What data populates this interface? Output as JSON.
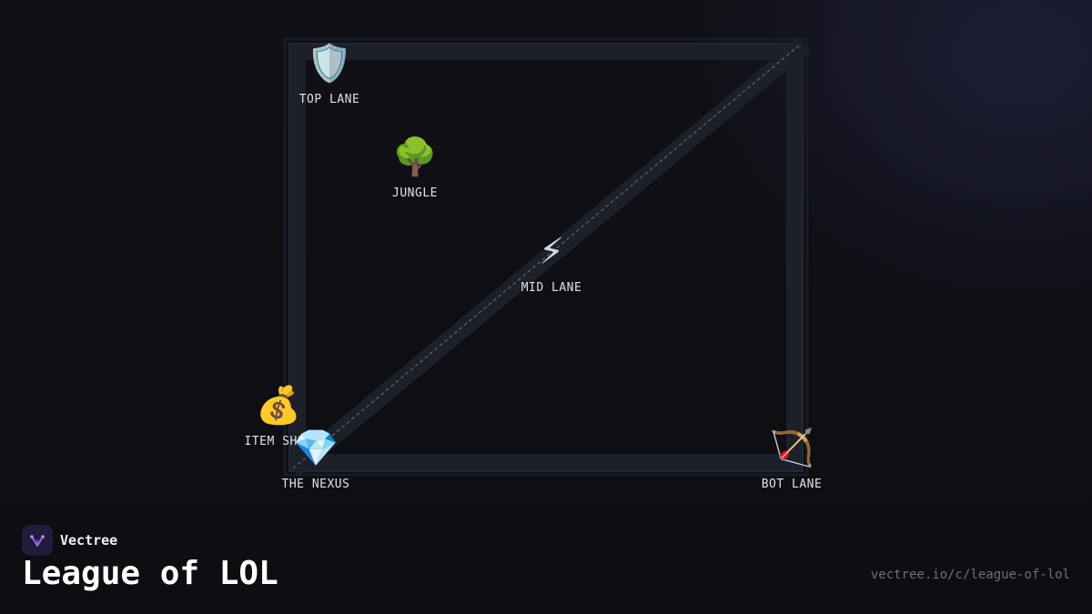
{
  "map": {
    "nodes": [
      {
        "id": "top-lane",
        "icon": "🛡️",
        "icon_name": "shield-icon",
        "label": "TOP LANE"
      },
      {
        "id": "jungle",
        "icon": "🌳",
        "icon_name": "tree-icon",
        "label": "JUNGLE"
      },
      {
        "id": "mid-lane",
        "icon": "⚡",
        "icon_name": "lightning-icon",
        "label": "MID LANE"
      },
      {
        "id": "item-shop",
        "icon": "💰",
        "icon_name": "money-bag-icon",
        "label": "ITEM SHOP"
      },
      {
        "id": "the-nexus",
        "icon": "💎",
        "icon_name": "gem-icon",
        "label": "THE NEXUS"
      },
      {
        "id": "bot-lane",
        "icon": "🏹",
        "icon_name": "bow-arrow-icon",
        "label": "BOT LANE"
      }
    ],
    "colors": {
      "lane": "#1e222c",
      "lane_edge": "#262b36",
      "dashed_path": "#5a6475"
    }
  },
  "footer": {
    "brand_name": "Vectree",
    "title": "League of LOL",
    "url": "vectree.io/c/league-of-lol"
  }
}
